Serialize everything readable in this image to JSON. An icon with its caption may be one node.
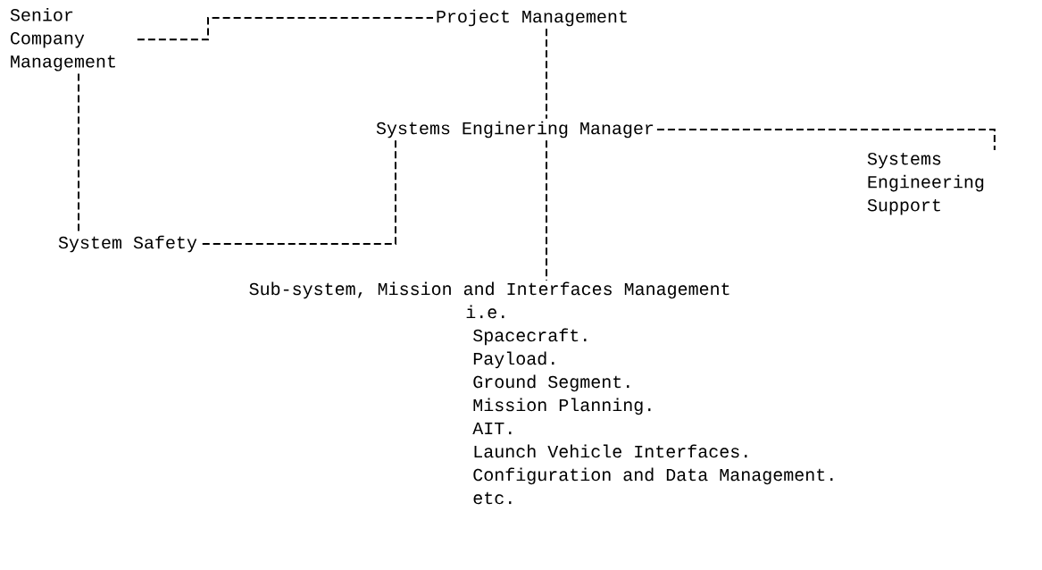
{
  "diagram": {
    "nodes": [
      {
        "text": [
          "Senior Company Management"
        ]
      },
      {
        "text": [
          "Project Management"
        ]
      },
      {
        "text": [
          "Systems Enginering Manager"
        ]
      },
      {
        "text": [
          "Systems Engineering Support"
        ]
      },
      {
        "text": [
          "System Safety"
        ]
      },
      {
        "text": [
          "Sub-system, Mission and Interfaces Management",
          "i.e.",
          "Spacecraft.",
          "Payload.",
          "Ground Segment.",
          "Mission Planning.",
          "AIT.",
          "Launch Vehicle Interfaces.",
          "Configuration and Data Management.",
          "etc."
        ]
      }
    ],
    "edges": [
      {
        "from": 0,
        "to": 1,
        "arrow": "none",
        "style": "dashed"
      },
      {
        "from": 1,
        "to": 2,
        "arrow": "none",
        "style": "dashed"
      },
      {
        "from": 0,
        "to": 4,
        "arrow": "none",
        "style": "dashed"
      },
      {
        "from": 2,
        "to": 4,
        "arrow": "none",
        "style": "dashed"
      },
      {
        "from": 2,
        "to": 3,
        "arrow": "none",
        "style": "dashed"
      },
      {
        "from": 2,
        "to": 5,
        "arrow": "none",
        "style": "dashed"
      }
    ]
  }
}
